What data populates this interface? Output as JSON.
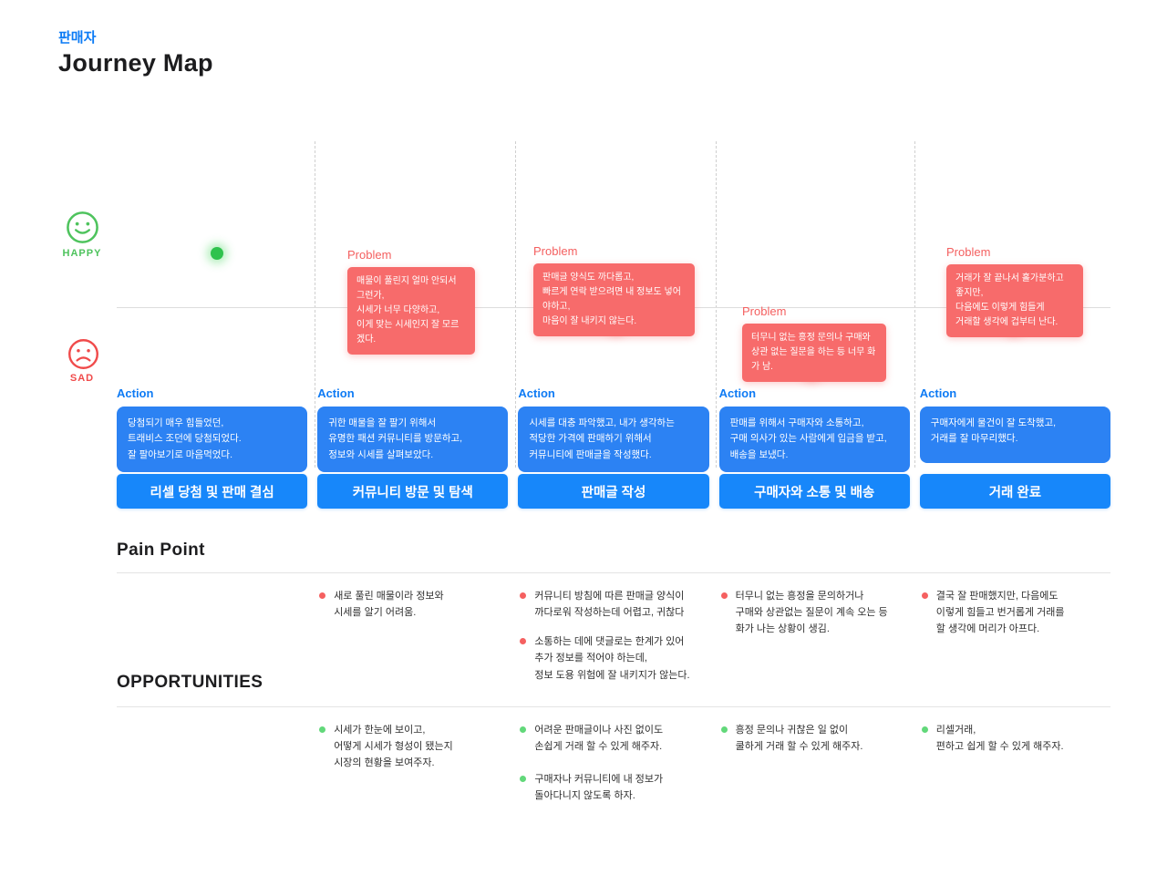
{
  "header": {
    "category": "판매자",
    "title": "Journey Map"
  },
  "axis": {
    "happy_label": "HAPPY",
    "sad_label": "SAD"
  },
  "labels": {
    "problem": "Problem",
    "action": "Action",
    "pain_point_title": "Pain Point",
    "opportunities_title": "OPPORTUNITIES"
  },
  "colors": {
    "accent_blue": "#0b7bf5",
    "action_box_blue": "#2c82f3",
    "stage_button_blue": "#1787fa",
    "problem_red": "#f76b6b",
    "happy_green": "#4ec35d",
    "sad_red": "#f04a4a",
    "pain_bullet": "#f56060",
    "opportunity_bullet": "#62d87a"
  },
  "columns": [
    {
      "stage": "리셀 당첨 및 판매 결심",
      "emotion": "happy",
      "problem": "",
      "action": "당첨되기 매우 힘들었던,\n트래비스 조던에 당첨되었다.\n잘 팔아보기로 마음먹었다.",
      "pain_points": [],
      "opportunities": []
    },
    {
      "stage": "커뮤니티 방문 및 탐색",
      "emotion": "sad",
      "problem": "매물이 풀린지 얼마 안되서 그런가,\n시세가 너무 다양하고,\n이게 맞는 시세인지 잘 모르겠다.",
      "action": "귀한 매물을 잘 팔기 위해서\n유명한 패션 커뮤니티를 방문하고,\n정보와 시세를 살펴보았다.",
      "pain_points": [
        "새로 풀린 매물이라 정보와\n시세를 알기 어려움."
      ],
      "opportunities": [
        "시세가 한눈에 보이고,\n어떻게 시세가 형성이 됐는지\n시장의 현황을 보여주자."
      ]
    },
    {
      "stage": "판매글 작성",
      "emotion": "sad",
      "problem": "판매글 양식도 까다롭고,\n빠르게 연락 받으려면 내 정보도 넣어야하고,\n마음이 잘 내키지 않는다.",
      "action": "시세를 대충 파악했고, 내가 생각하는\n적당한 가격에 판매하기 위해서\n커뮤니티에 판매글을 작성했다.",
      "pain_points": [
        "커뮤니티 방침에 따른 판매글 양식이\n까다로워 작성하는데 어렵고, 귀찮다",
        "소통하는 데에 댓글로는 한계가 있어\n추가 정보를 적어야 하는데,\n정보 도용 위험에 잘 내키지가 않는다."
      ],
      "opportunities": [
        "어려운 판매글이나 사진 없이도\n손쉽게 거래 할 수 있게 해주자.",
        "구매자나 커뮤니티에 내 정보가\n돌아다니지 않도록 하자."
      ]
    },
    {
      "stage": "구매자와 소통 및 배송",
      "emotion": "sad",
      "problem": "터무니 없는 흥정 문의나 구매와\n상관 없는 질문을 하는 등 너무 화가 남.",
      "action": "판매를 위해서 구매자와 소통하고,\n구매 의사가 있는 사람에게 입금을 받고,\n배송을 보냈다.",
      "pain_points": [
        "터무니 없는 흥정을 문의하거나\n구매와 상관없는 질문이 계속 오는 등\n화가 나는 상황이 생김."
      ],
      "opportunities": [
        "흥정 문의나 귀찮은 일 없이\n쿨하게 거래 할 수 있게 해주자."
      ]
    },
    {
      "stage": "거래 완료",
      "emotion": "sad",
      "problem": "거래가 잘 끝나서 홀가분하고 좋지만,\n다음에도 이렇게 힘들게\n거래할 생각에 겁부터 난다.",
      "action": "구매자에게 물건이 잘 도착했고,\n거래를 잘 마무리했다.",
      "pain_points": [
        "결국 잘 판매했지만, 다음에도\n이렇게 힘들고 번거롭게 거래를\n할 생각에 머리가 아프다."
      ],
      "opportunities": [
        "리셀거래,\n편하고 쉽게 할 수 있게 해주자."
      ]
    }
  ]
}
